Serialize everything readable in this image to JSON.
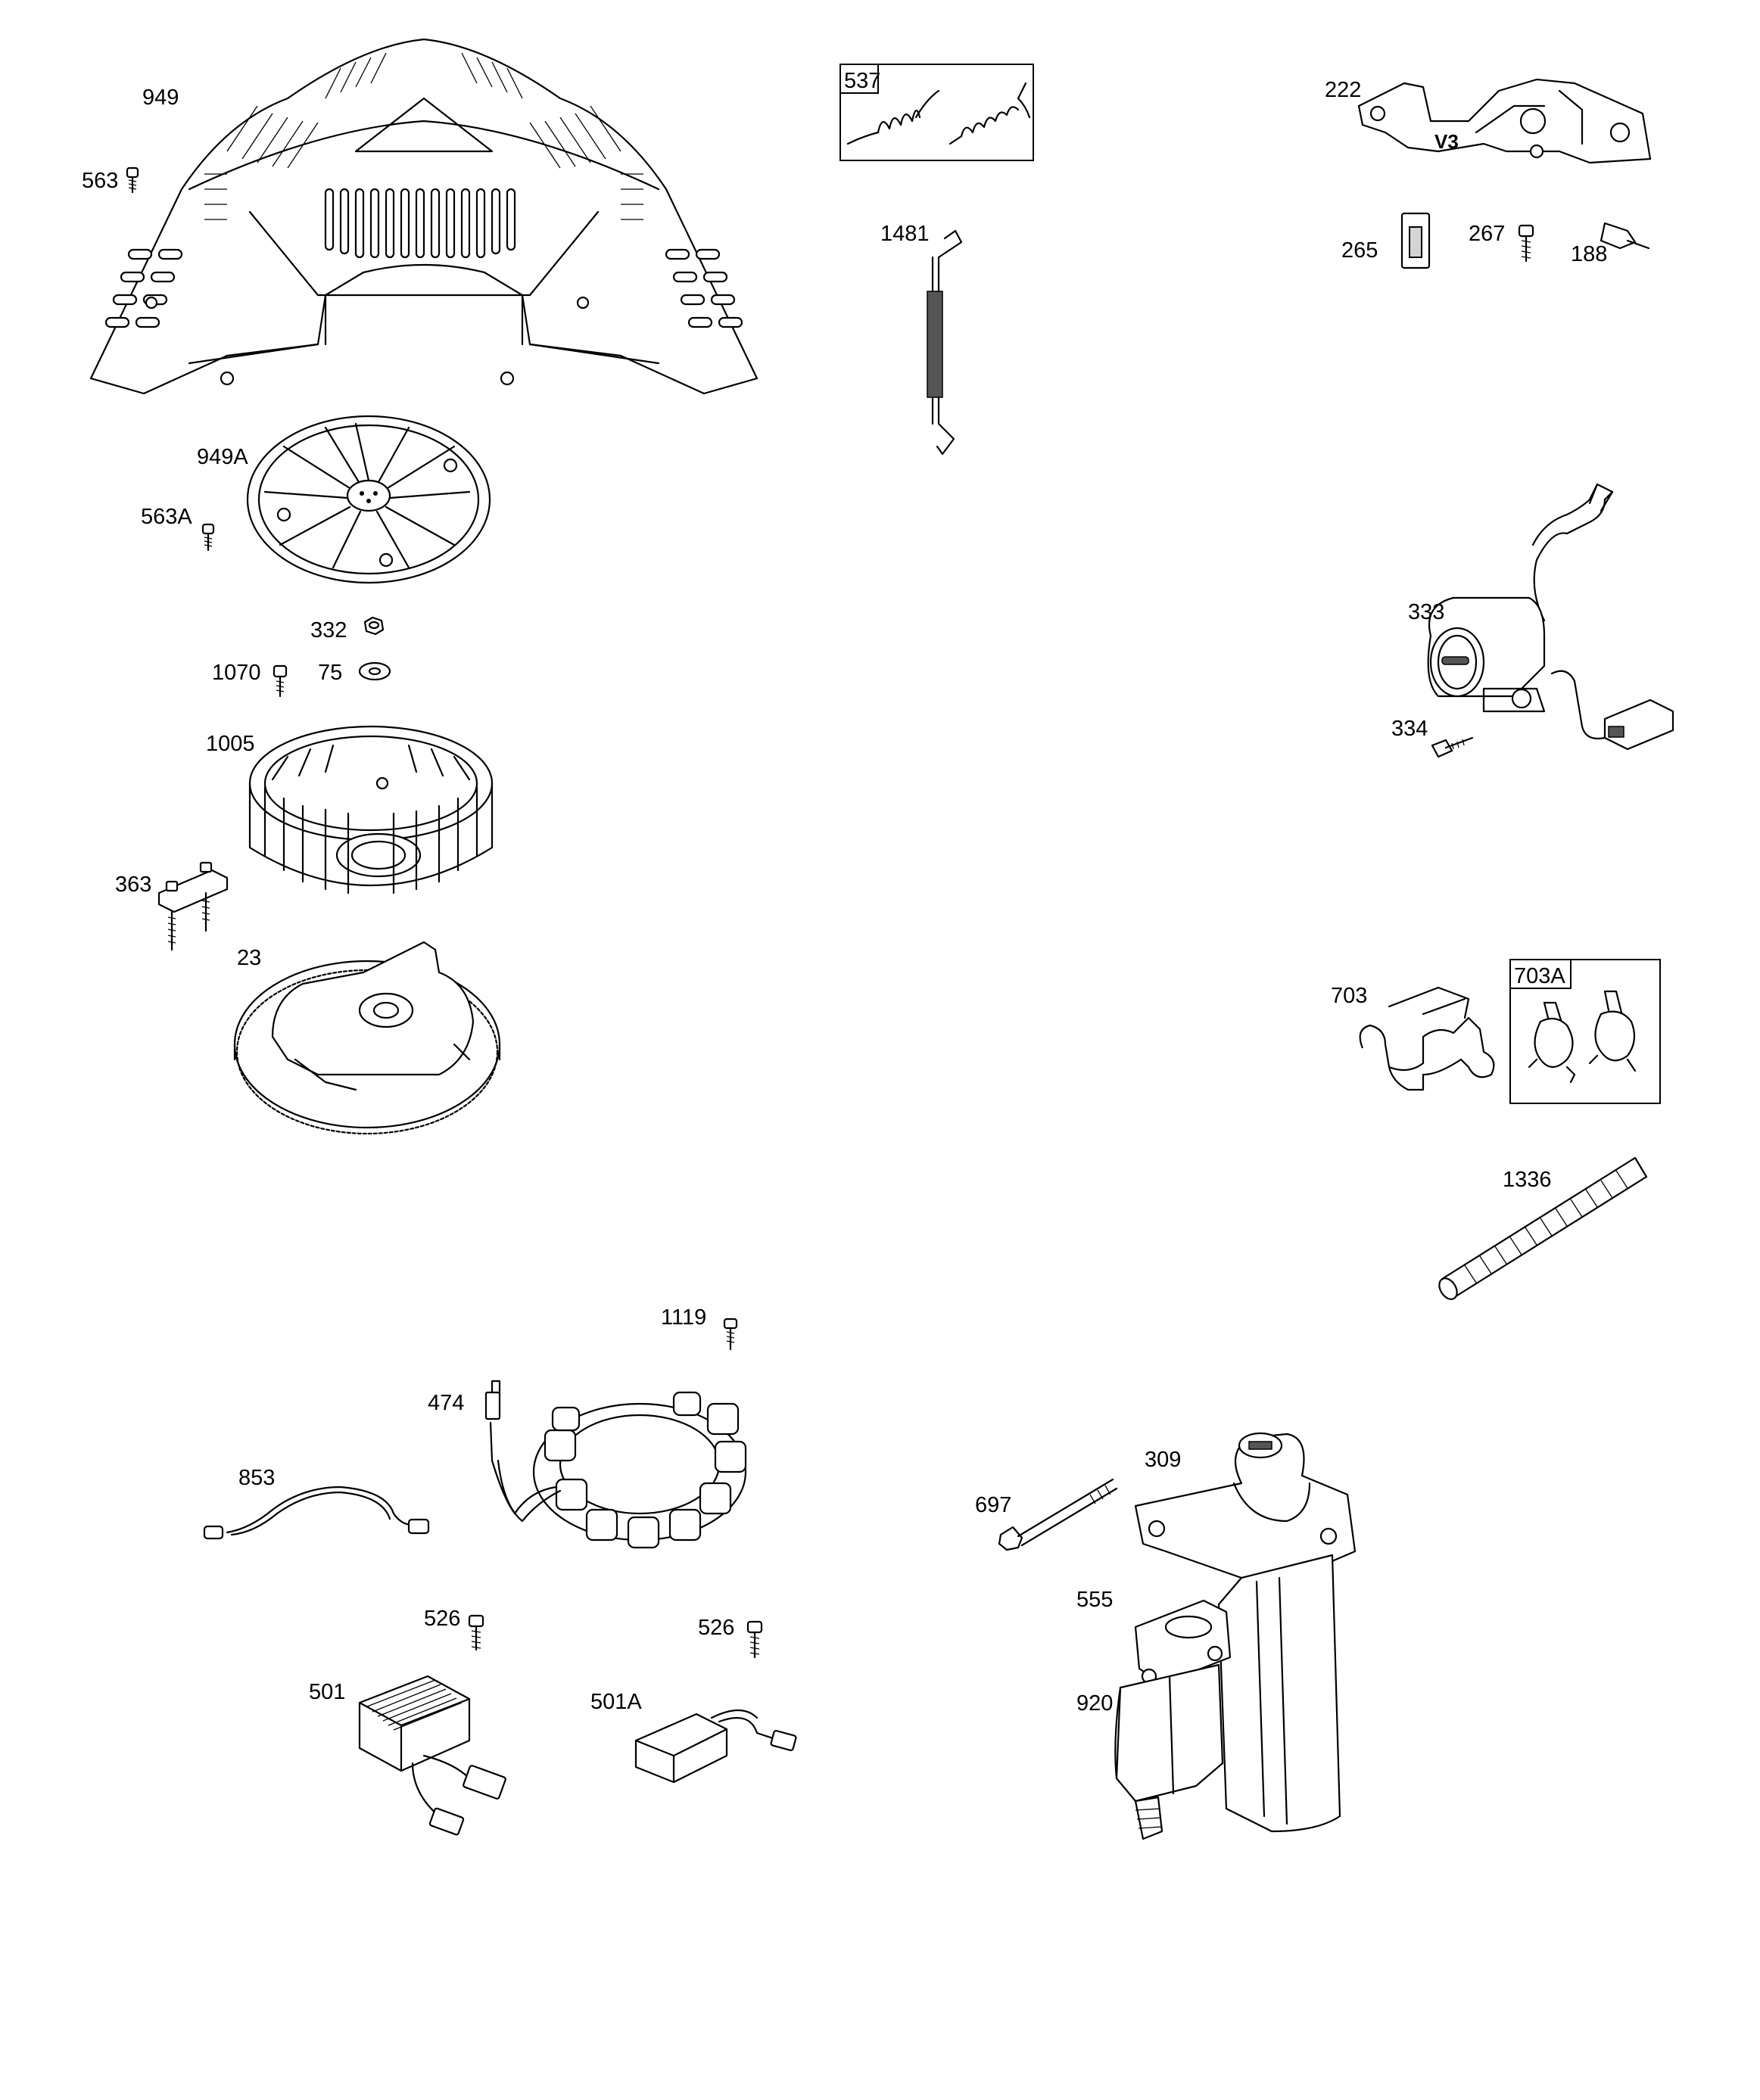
{
  "parts": {
    "p949": "949",
    "p563": "563",
    "p949a": "949A",
    "p563a": "563A",
    "p332": "332",
    "p1070": "1070",
    "p75": "75",
    "p1005": "1005",
    "p363": "363",
    "p23": "23",
    "p537": "537",
    "p1481": "1481",
    "p222": "222",
    "p265": "265",
    "p267": "267",
    "p188": "188",
    "p333": "333",
    "p334": "334",
    "p703": "703",
    "p703a": "703A",
    "p1336": "1336",
    "p1119": "1119",
    "p474": "474",
    "p853": "853",
    "p526a": "526",
    "p526b": "526",
    "p501": "501",
    "p501a": "501A",
    "p697": "697",
    "p309": "309",
    "p555": "555",
    "p920": "920"
  },
  "bracket_marking": "V3"
}
